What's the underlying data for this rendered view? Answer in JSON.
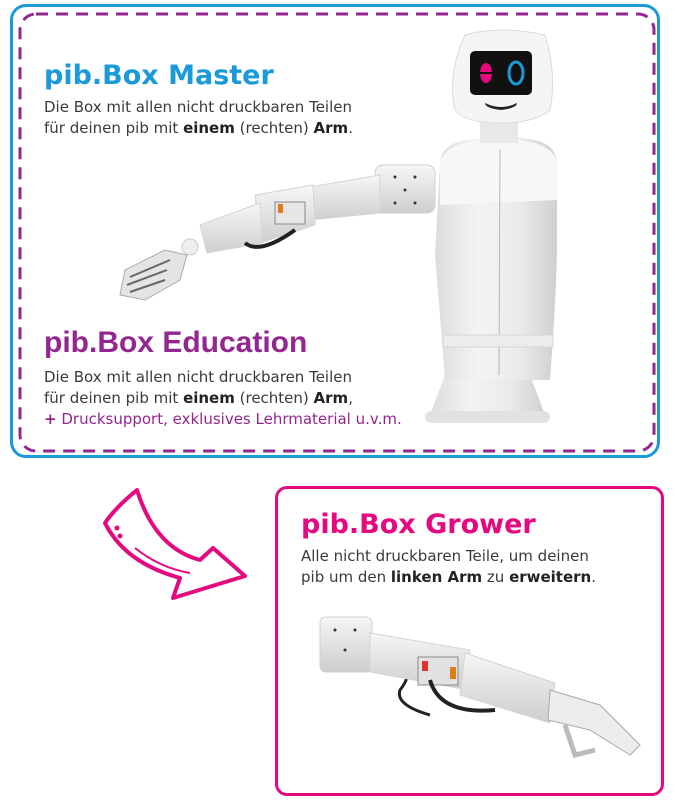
{
  "master": {
    "title": "pib.Box Master",
    "line1": "Die Box mit allen nicht druckbaren Teilen",
    "line2_pre": "für deinen pib mit ",
    "line2_bold1": "einem",
    "line2_mid": " (rechten) ",
    "line2_bold2": "Arm",
    "line2_end": "."
  },
  "education": {
    "title": "pib.Box Education",
    "line1": "Die Box mit allen nicht druckbaren Teilen",
    "line2_pre": "für deinen pib mit ",
    "line2_bold1": "einem",
    "line2_mid": " (rechten) ",
    "line2_bold2": "Arm",
    "line2_end": ",",
    "plus_sign": "+",
    "plus_text": " Drucksupport, exklusives Lehrmaterial u.v.m."
  },
  "grower": {
    "title": "pib.Box Grower",
    "line1": "Alle nicht druckbaren Teile, um deinen",
    "line2_pre": "pib um den ",
    "line2_bold1": "linken Arm",
    "line2_mid": " zu ",
    "line2_bold2": "erweitern",
    "line2_end": "."
  },
  "colors": {
    "master_blue": "#1a9ad9",
    "education_purple": "#93268f",
    "grower_magenta": "#e5097f"
  },
  "icons": {
    "arrow": "hand-drawn-arrow-icon",
    "robot": "pib-robot-with-right-arm-image",
    "arm": "robot-left-arm-image"
  }
}
